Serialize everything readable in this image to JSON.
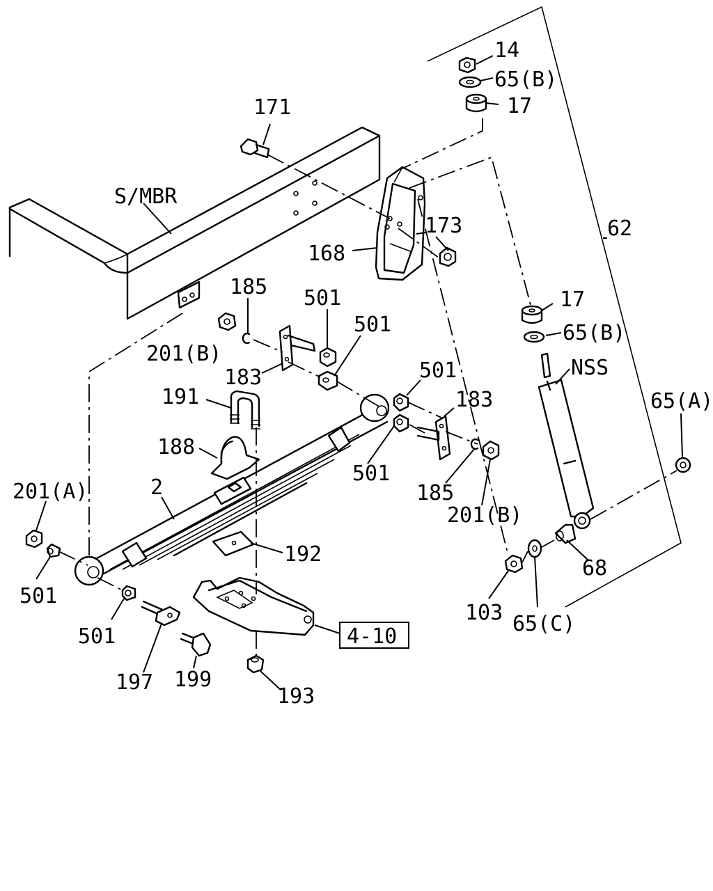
{
  "callouts": {
    "c14": "14",
    "c65b_top": "65(B)",
    "c17_top": "17",
    "c171": "171",
    "c_smbr": "S/MBR",
    "c173": "173",
    "c62": "62",
    "c168": "168",
    "c185_left": "185",
    "c501_a": "501",
    "c501_b": "501",
    "c17_mid": "17",
    "c201b_left": "201(B)",
    "c65b_mid": "65(B)",
    "c183_left": "183",
    "c501_c": "501",
    "c_nss": "NSS",
    "c191": "191",
    "c183_right": "183",
    "c65a": "65(A)",
    "c188": "188",
    "c501_d": "501",
    "c201a": "201(A)",
    "c2": "2",
    "c185_right": "185",
    "c201b_right": "201(B)",
    "c192": "192",
    "c68": "68",
    "c501_e": "501",
    "c501_f": "501",
    "c103": "103",
    "c65c": "65(C)",
    "c4_10": "4-10",
    "c197": "197",
    "c199": "199",
    "c193": "193"
  }
}
